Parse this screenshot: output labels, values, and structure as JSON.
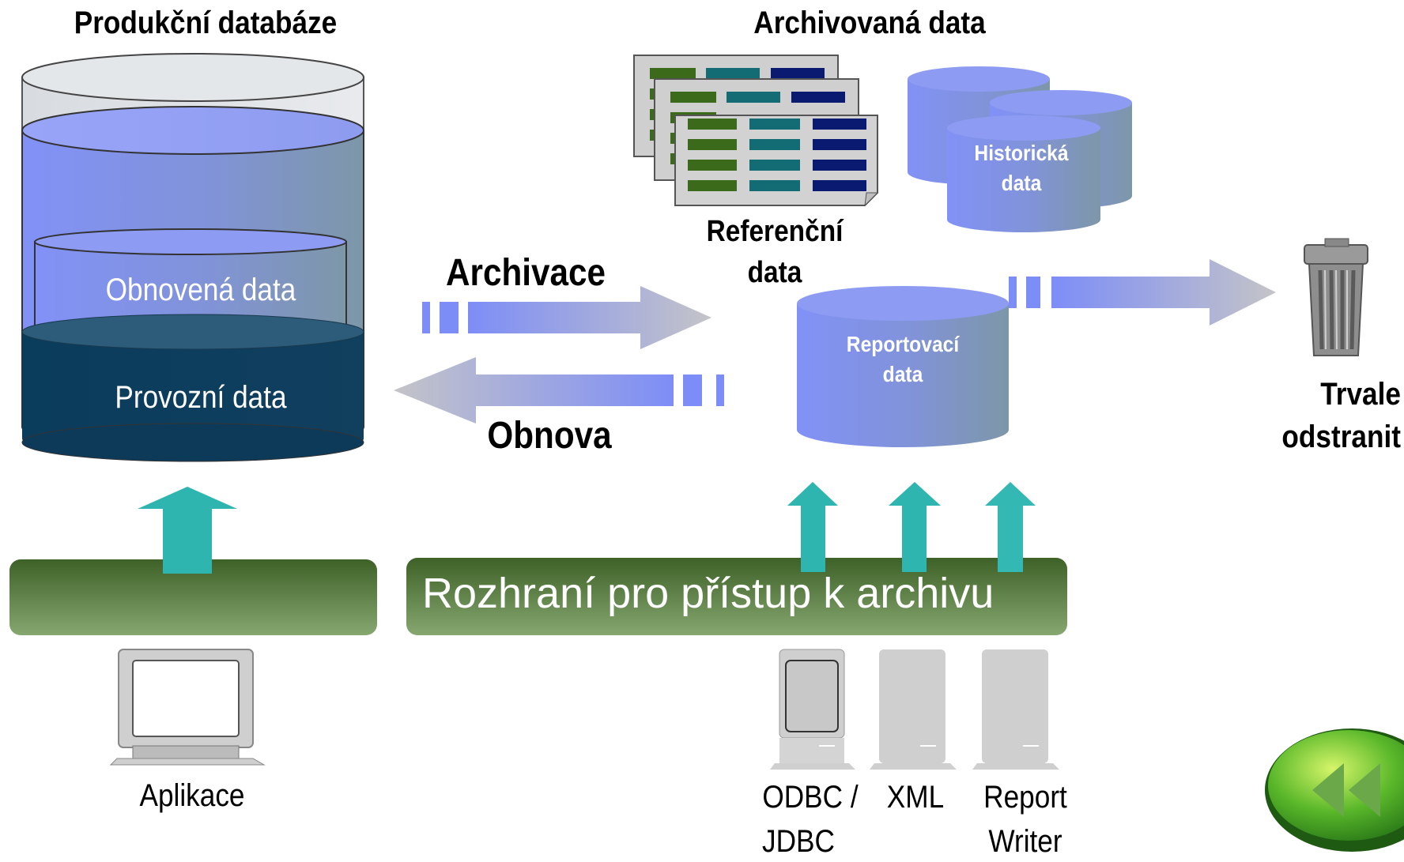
{
  "production": {
    "title": "Produkční databáze",
    "restored_label": "Obnovená data",
    "operational_label": "Provozní data"
  },
  "archive": {
    "title": "Archivovaná data",
    "reference_label_line1": "Referenční",
    "reference_label_line2": "data",
    "historical_label_line1": "Historická",
    "historical_label_line2": "data",
    "reporting_label_line1": "Reportovací",
    "reporting_label_line2": "data"
  },
  "flows": {
    "archive_label": "Archivace",
    "restore_label": "Obnova"
  },
  "delete": {
    "label_line1": "Trvale",
    "label_line2": "odstranit",
    "icon": "trash-can-icon"
  },
  "interface": {
    "label": "Rozhraní pro přístup k archivu"
  },
  "clients": {
    "application": "Aplikace",
    "odbc_line1": "ODBC /",
    "odbc_line2": "JDBC",
    "xml": "XML",
    "report_line1": "Report",
    "report_line2": "Writer"
  },
  "nav": {
    "icon": "rewind-icon"
  },
  "colors": {
    "operational": "#0e3a5a",
    "restored": "#7d8df0",
    "arrow_teal": "#2eb5b0",
    "bar_green": "#5a7f3c",
    "arrow_gray": "#bfc2d0"
  }
}
